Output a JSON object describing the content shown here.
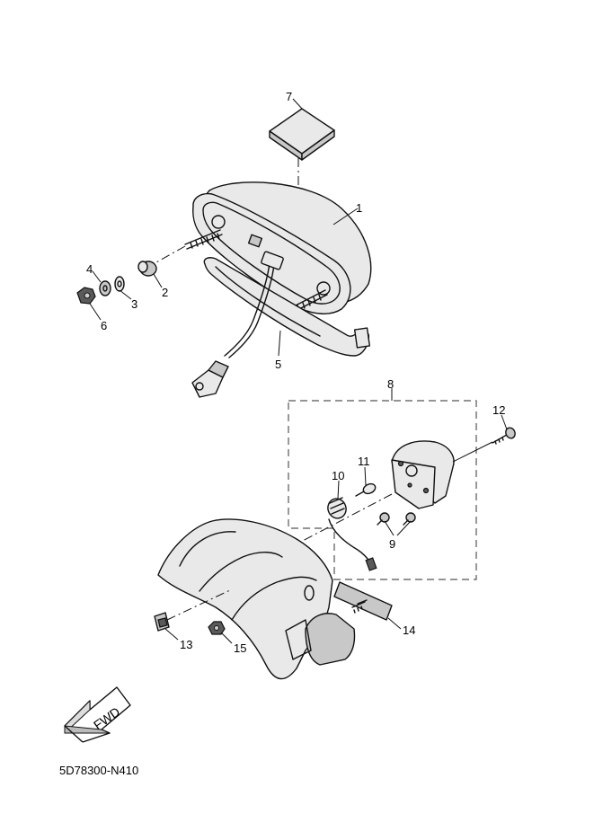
{
  "diagram": {
    "code": "5D78300-N410",
    "fwd_label": "FWD",
    "callouts": {
      "c1": "1",
      "c2": "2",
      "c3": "3",
      "c4": "4",
      "c5": "5",
      "c6": "6",
      "c7": "7",
      "c8": "8",
      "c9": "9",
      "c10": "10",
      "c11": "11",
      "c12": "12",
      "c13": "13",
      "c14": "14",
      "c15": "15"
    }
  }
}
